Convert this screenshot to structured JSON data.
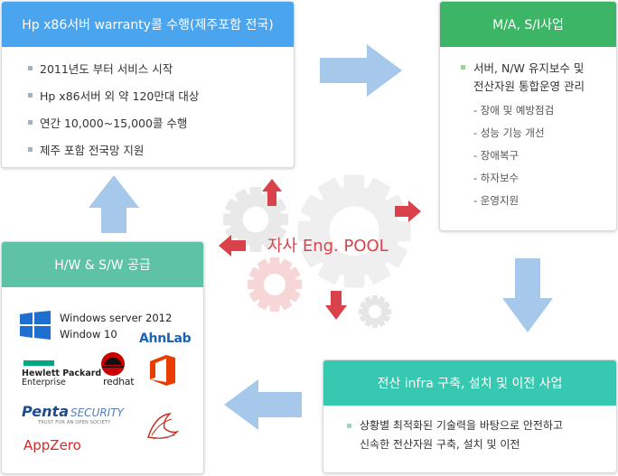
{
  "colors": {
    "blue_header": "#4aa5ee",
    "green_header": "#3cb567",
    "teal_header": "#5ec3a6",
    "cyan_header": "#37c8b1",
    "arrow": "#a6c8ea",
    "red_arrow": "#d9424a",
    "gear": "#efefef",
    "gear_red": "#f6d3d3"
  },
  "center_label": "자사 Eng. POOL",
  "boxes": {
    "warranty": {
      "title": "Hp x86서버 warranty콜 수행(제주포함 전국)",
      "items": [
        "2011년도 부터 서비스 시작",
        "Hp x86서버 외 약 120만대 대상",
        "연간 10,000~15,000콜 수행",
        "제주 포함 전국망 지원"
      ]
    },
    "ma": {
      "title": "M/A, S/I사업",
      "main_line1": "서버, N/W 유지보수 및",
      "main_line2": "전산자원 통합운영 관리",
      "subs": [
        "- 장애 및 예방점검",
        "- 성능 기능 개선",
        "- 장애복구",
        "- 하자보수",
        "- 운영지원"
      ]
    },
    "infra": {
      "title": "전산 infra 구축, 설치 및 이전 사업",
      "line1": "상황별 최적화된 기술력을 바탕으로 안전하고",
      "line2": "신속한 전산자원 구축, 설치 및 이전"
    },
    "hw": {
      "title": "H/W & S/W 공급",
      "windows_line1": "Windows server 2012",
      "windows_line2": "Window 10",
      "ahnlab": "AhnLab",
      "hpe_line1": "Hewlett Packard",
      "hpe_line2": "Enterprise",
      "redhat": "redhat",
      "penta": "Penta",
      "penta_security": "SECURITY",
      "penta_tag": "TRUST FOR AN OPEN SOCIETY",
      "appzero": "AppZero"
    }
  },
  "icons": [
    "windows-logo-icon",
    "office-logo-icon",
    "redhat-logo-icon",
    "hpe-logo-icon",
    "sql-server-logo-icon",
    "gear-icon",
    "arrow-right-icon",
    "arrow-down-icon",
    "arrow-left-icon",
    "arrow-up-icon"
  ]
}
